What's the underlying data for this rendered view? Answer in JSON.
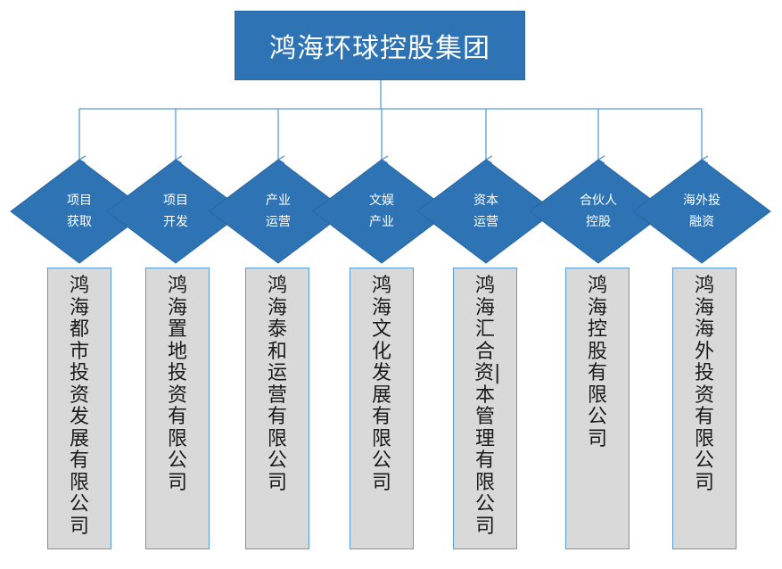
{
  "title": "鸿海环球控股集团",
  "colors": {
    "primary": "#2e74b5",
    "connector": "#5b9bd5",
    "company_fill": "#d9d9d9"
  },
  "divisions": [
    {
      "line1": "项目",
      "line2": "获取",
      "company": "鸿海都市投资发展有限公司"
    },
    {
      "line1": "项目",
      "line2": "开发",
      "company": "鸿海置地投资有限公司"
    },
    {
      "line1": "产业",
      "line2": "运营",
      "company": "鸿海泰和运营有限公司"
    },
    {
      "line1": "文娱",
      "line2": "产业",
      "company": "鸿海文化发展有限公司"
    },
    {
      "line1": "资本",
      "line2": "运营",
      "company": "鸿海汇合资|本管理有限公司"
    },
    {
      "line1": "合伙人",
      "line2": "控股",
      "company": "鸿海控股有限公司"
    },
    {
      "line1": "海外投",
      "line2": "融资",
      "company": "鸿海海外投资有限公司"
    }
  ]
}
